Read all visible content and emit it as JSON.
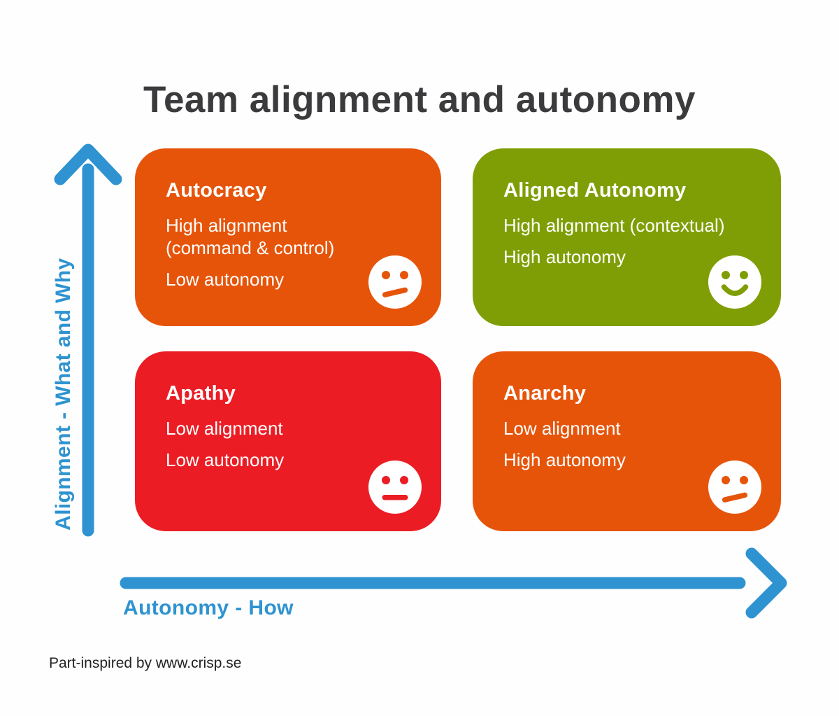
{
  "title": "Team alignment and autonomy",
  "axes": {
    "y": {
      "label": "Alignment - What and Why"
    },
    "x": {
      "label": "Autonomy - How"
    }
  },
  "quadrants": [
    {
      "id": "autocracy",
      "position": "top-left",
      "title": "Autocracy",
      "body": [
        [
          "High alignment",
          "(command & control)"
        ],
        [
          "Low autonomy"
        ]
      ],
      "face": "confused",
      "color": "#E6540A"
    },
    {
      "id": "aligned-autonomy",
      "position": "top-right",
      "title": "Aligned Autonomy",
      "body": [
        [
          "High alignment (contextual)"
        ],
        [
          "High autonomy"
        ]
      ],
      "face": "smile",
      "color": "#7F9E05"
    },
    {
      "id": "apathy",
      "position": "bottom-left",
      "title": "Apathy",
      "body": [
        [
          "Low alignment"
        ],
        [
          "Low autonomy"
        ]
      ],
      "face": "neutral",
      "color": "#EC1C24"
    },
    {
      "id": "anarchy",
      "position": "bottom-right",
      "title": "Anarchy",
      "body": [
        [
          "Low alignment"
        ],
        [
          "High autonomy"
        ]
      ],
      "face": "confused",
      "color": "#E6540A"
    }
  ],
  "footer": "Part-inspired by www.crisp.se",
  "colors": {
    "orange": "#E6540A",
    "green": "#7F9E05",
    "red": "#EC1C24",
    "axis_blue": "#2E93D0",
    "title_text": "#3B3B3D",
    "card_text": "#FFFFFF",
    "background": "#FEFEFE"
  }
}
